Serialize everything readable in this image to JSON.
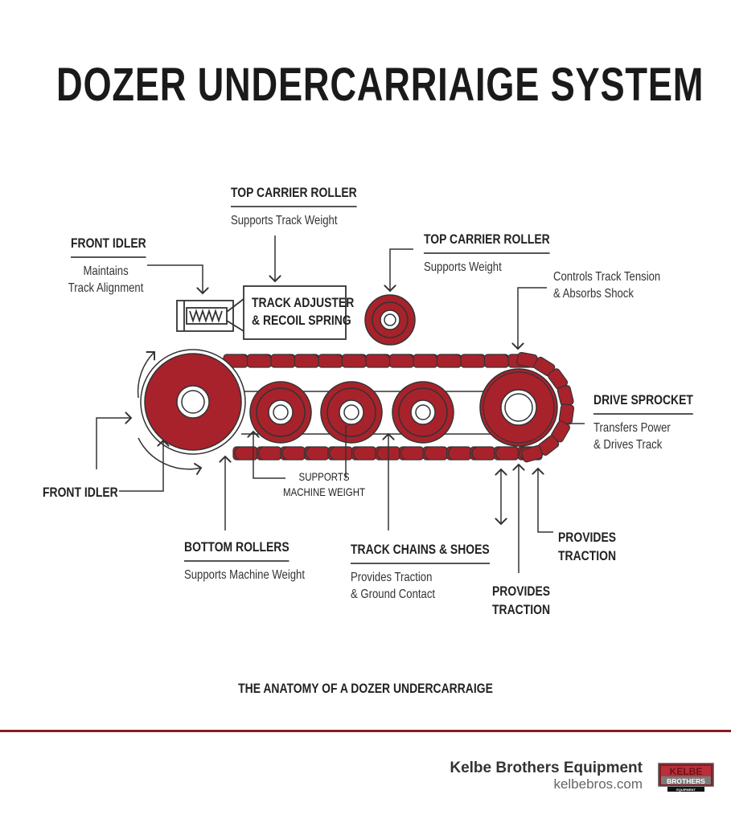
{
  "title": "DOZER UNDERCARRIAIGE SYSTEM",
  "colors": {
    "track_red": "#a8222b",
    "rule_red": "#8b1a24",
    "ink": "#1f1f1f"
  },
  "labels": {
    "top_carrier_roller_1": {
      "heading": "TOP CARRIER ROLLER",
      "desc": "Supports Track Weight"
    },
    "front_idler_top": {
      "heading": "FRONT IDLER",
      "desc_lines": [
        "Maintains",
        "Track Alignment"
      ]
    },
    "track_adjuster": {
      "lines": [
        "TRACK ADJUSTER",
        "& RECOIL SPRING"
      ]
    },
    "top_carrier_roller_2": {
      "heading": "TOP CARRIER ROLLER",
      "desc": "Supports Weight"
    },
    "tension": {
      "lines": [
        "Controls Track Tension",
        "& Absorbs Shock"
      ]
    },
    "drive_sprocket": {
      "heading": "DRIVE SPROCKET",
      "desc_lines": [
        "Transfers Power",
        "& Drives Track"
      ]
    },
    "front_idler_bottom": {
      "heading": "FRONT IDLER"
    },
    "supports_machine_weight": {
      "lines": [
        "SUPPORTS",
        "MACHINE WEIGHT"
      ]
    },
    "bottom_rollers": {
      "heading": "BOTTOM ROLLERS",
      "desc": "Supports Machine Weight"
    },
    "track_chains": {
      "heading": "TRACK CHAINS & SHOES",
      "desc_lines": [
        "Provides Traction",
        "& Ground Contact"
      ]
    },
    "provides_traction_1": {
      "lines": [
        "PROVIDES",
        "TRACTION"
      ]
    },
    "provides_traction_2": {
      "lines": [
        "PROVIDES",
        "TRACTION"
      ]
    }
  },
  "caption": "THE ANATOMY OF A DOZER UNDERCARRAIGE",
  "footer": {
    "company": "Kelbe Brothers Equipment",
    "website": "kelbebros.com",
    "logo": {
      "line1": "KELBE",
      "line2": "BROTHERS",
      "line3": "EQUIPMENT"
    }
  }
}
